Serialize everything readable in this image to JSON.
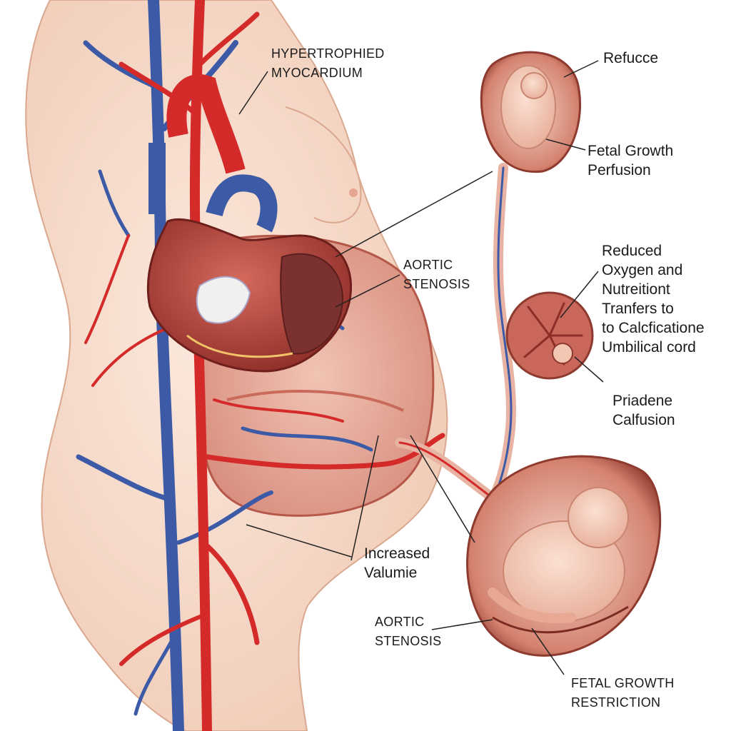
{
  "labels": {
    "hypertrophied": [
      "HYPERTROPHIED",
      "MYOCARDIUM"
    ],
    "reduce": [
      "Refucce"
    ],
    "fetal_growth_perfusion": [
      "Fetal Growth",
      "Perfusion"
    ],
    "aortic_stenosis_upper": [
      "AORTIC",
      "STENOSIS"
    ],
    "reduced_oxygen": [
      "Reduced",
      "Oxygen and",
      "Nutreitiont",
      "Tranfers to",
      "to Calcficatione",
      "Umbilical cord"
    ],
    "placenta_calcification": [
      "Priadene",
      "Calfusion"
    ],
    "increased_volume": [
      "Increased",
      "Valumie"
    ],
    "aortic_stenosis_lower": [
      "AORTIC",
      "STENOSIS"
    ],
    "fetal_growth_restriction": [
      "FETAL GROWTH",
      "RESTRICTION"
    ]
  },
  "colors": {
    "artery": "#d42a2a",
    "vein": "#3c5aa6",
    "skin": "#f6dccb",
    "uterus": "#c8675a",
    "heart": "#b8433a",
    "fetus": "#f3c7b2",
    "leader": "#222222"
  },
  "icons": [
    "heart-illustration",
    "uterus-illustration",
    "fetus-illustration",
    "placenta-illustration",
    "umbilical-cord-illustration"
  ]
}
